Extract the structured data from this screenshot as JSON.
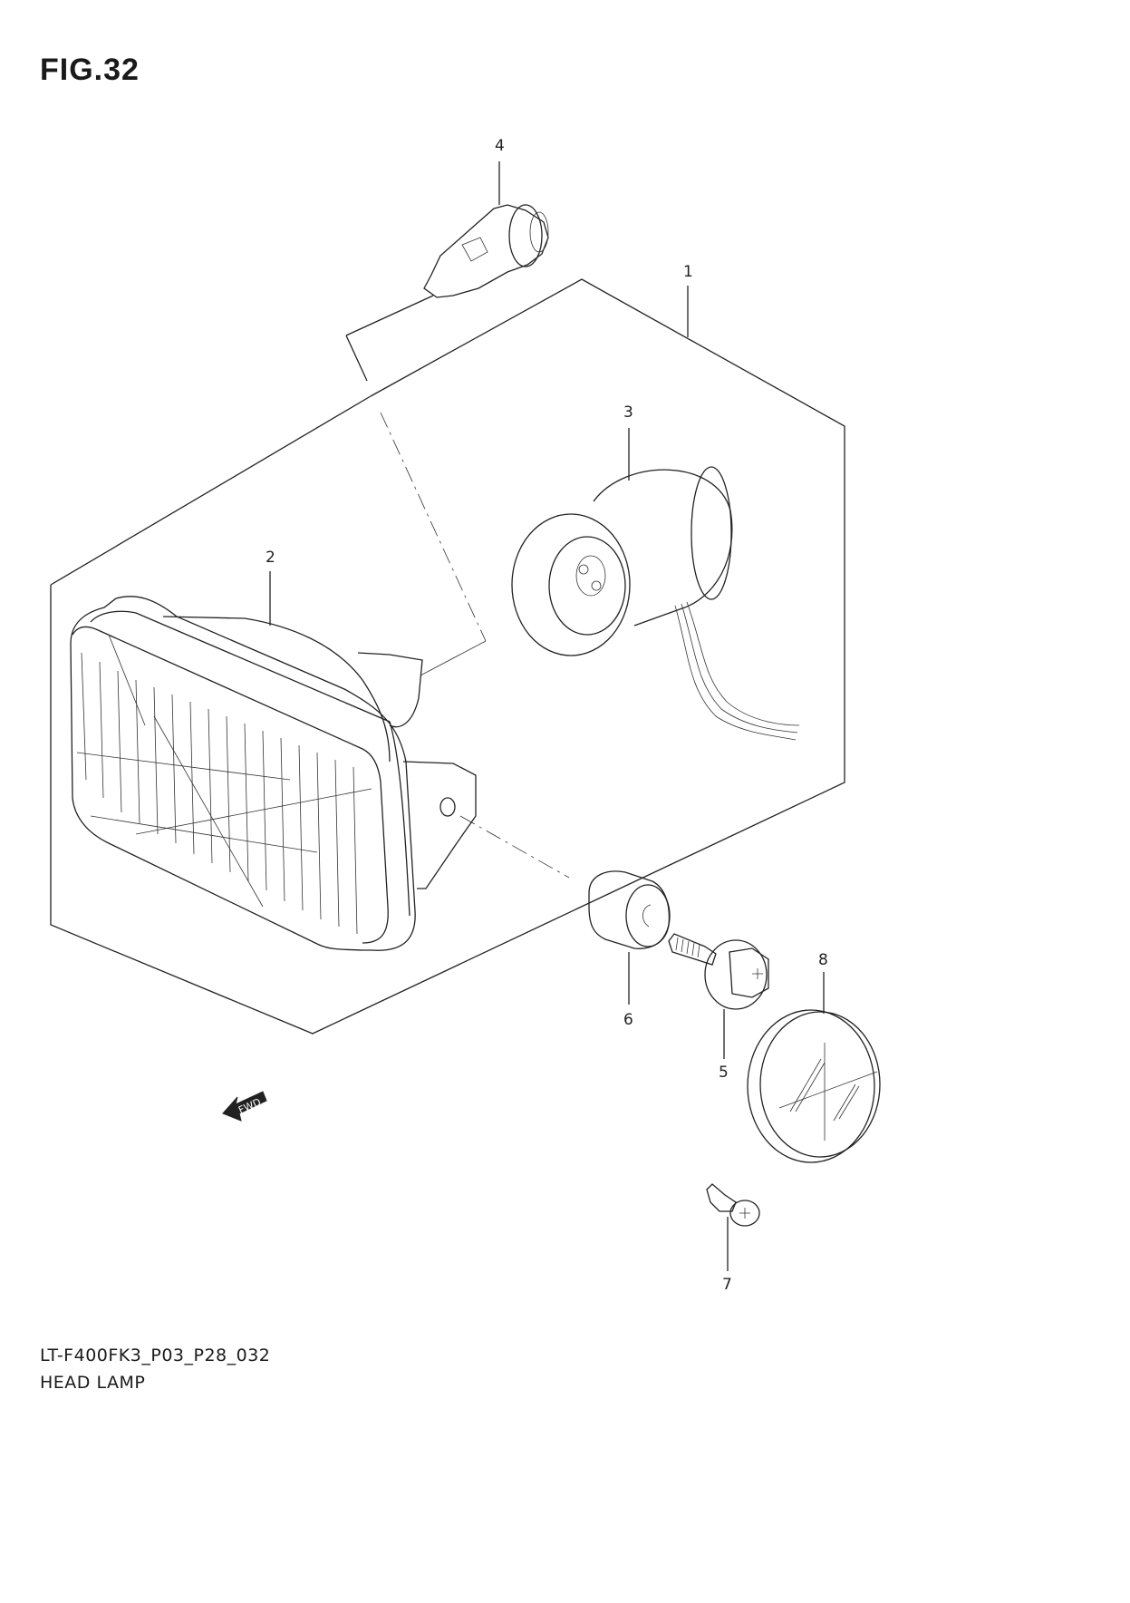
{
  "figure": {
    "title": "FIG.32"
  },
  "footer": {
    "model_code": "LT-F400FK3_P03_P28_032",
    "assembly_name": "HEAD LAMP"
  },
  "parts": [
    {
      "ref": "1",
      "label": "1"
    },
    {
      "ref": "2",
      "label": "2"
    },
    {
      "ref": "3",
      "label": "3"
    },
    {
      "ref": "4",
      "label": "4"
    },
    {
      "ref": "5",
      "label": "5"
    },
    {
      "ref": "6",
      "label": "6"
    },
    {
      "ref": "7",
      "label": "7"
    },
    {
      "ref": "8",
      "label": "8"
    }
  ],
  "direction_marker": {
    "text": "FWD"
  }
}
